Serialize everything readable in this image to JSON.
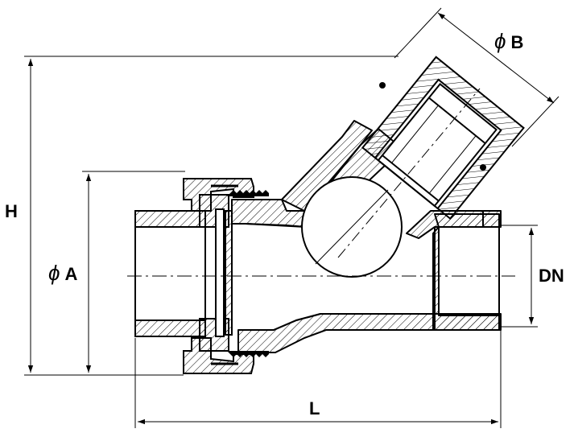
{
  "dimensions": {
    "height": "H",
    "diameter_a": "A",
    "diameter_b": "B",
    "nominal_diameter": "DN",
    "length": "L"
  },
  "symbols": {
    "diameter": "ϕ"
  },
  "colors": {
    "line": "#000000",
    "hatch": "#000000",
    "background": "#ffffff"
  }
}
